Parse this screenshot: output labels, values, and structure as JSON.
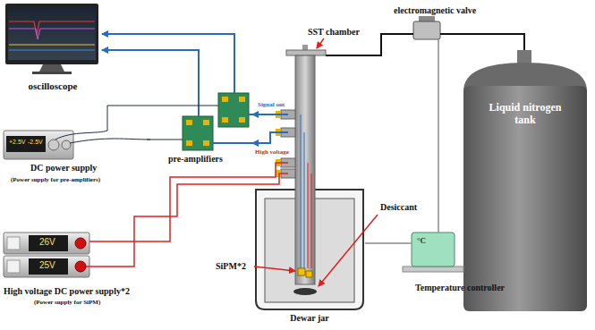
{
  "diagram": {
    "nodes": [
      {
        "text": [
          "oscilloscope"
        ]
      },
      {
        "text": [
          "pre-amplifiers"
        ]
      },
      {
        "text": [
          "+2.5V",
          "-2.5V",
          "DC power supply",
          "(Power supply for pre-amplifiers)"
        ]
      },
      {
        "text": [
          "26V"
        ]
      },
      {
        "text": [
          "25V",
          "High voltage DC power supply*2",
          "(Power supply for SiPM)"
        ]
      },
      {
        "text": [
          "SST chamber"
        ]
      },
      {
        "text": [
          "Dewar jar"
        ]
      },
      {
        "text": [
          "electromagnetic valve"
        ]
      },
      {
        "text": [
          "Liquid nitrogen tank"
        ]
      },
      {
        "text": [
          "°C",
          "Temperature controller"
        ]
      }
    ],
    "edges": [
      {
        "from": 1,
        "to": 0,
        "arrow": "to"
      },
      {
        "from": 1,
        "to": 0,
        "arrow": "to"
      },
      {
        "from": 5,
        "to": 1,
        "label": "Signal out",
        "arrow": "to"
      },
      {
        "from": 5,
        "to": 1,
        "arrow": "to"
      },
      {
        "from": 2,
        "to": 1,
        "arrow": "none"
      },
      {
        "from": 2,
        "to": 1,
        "arrow": "none"
      },
      {
        "from": 3,
        "to": 5,
        "label": "High voltage",
        "arrow": "none"
      },
      {
        "from": 4,
        "to": 5,
        "arrow": "none"
      },
      {
        "from": 5,
        "to": 7,
        "arrow": "none"
      },
      {
        "from": 7,
        "to": 8,
        "arrow": "none"
      },
      {
        "from": 9,
        "to": 7,
        "arrow": "none"
      },
      {
        "from": 9,
        "to": 6,
        "arrow": "none"
      }
    ],
    "labels": [
      "Desiccant",
      "SiPM*2"
    ]
  }
}
